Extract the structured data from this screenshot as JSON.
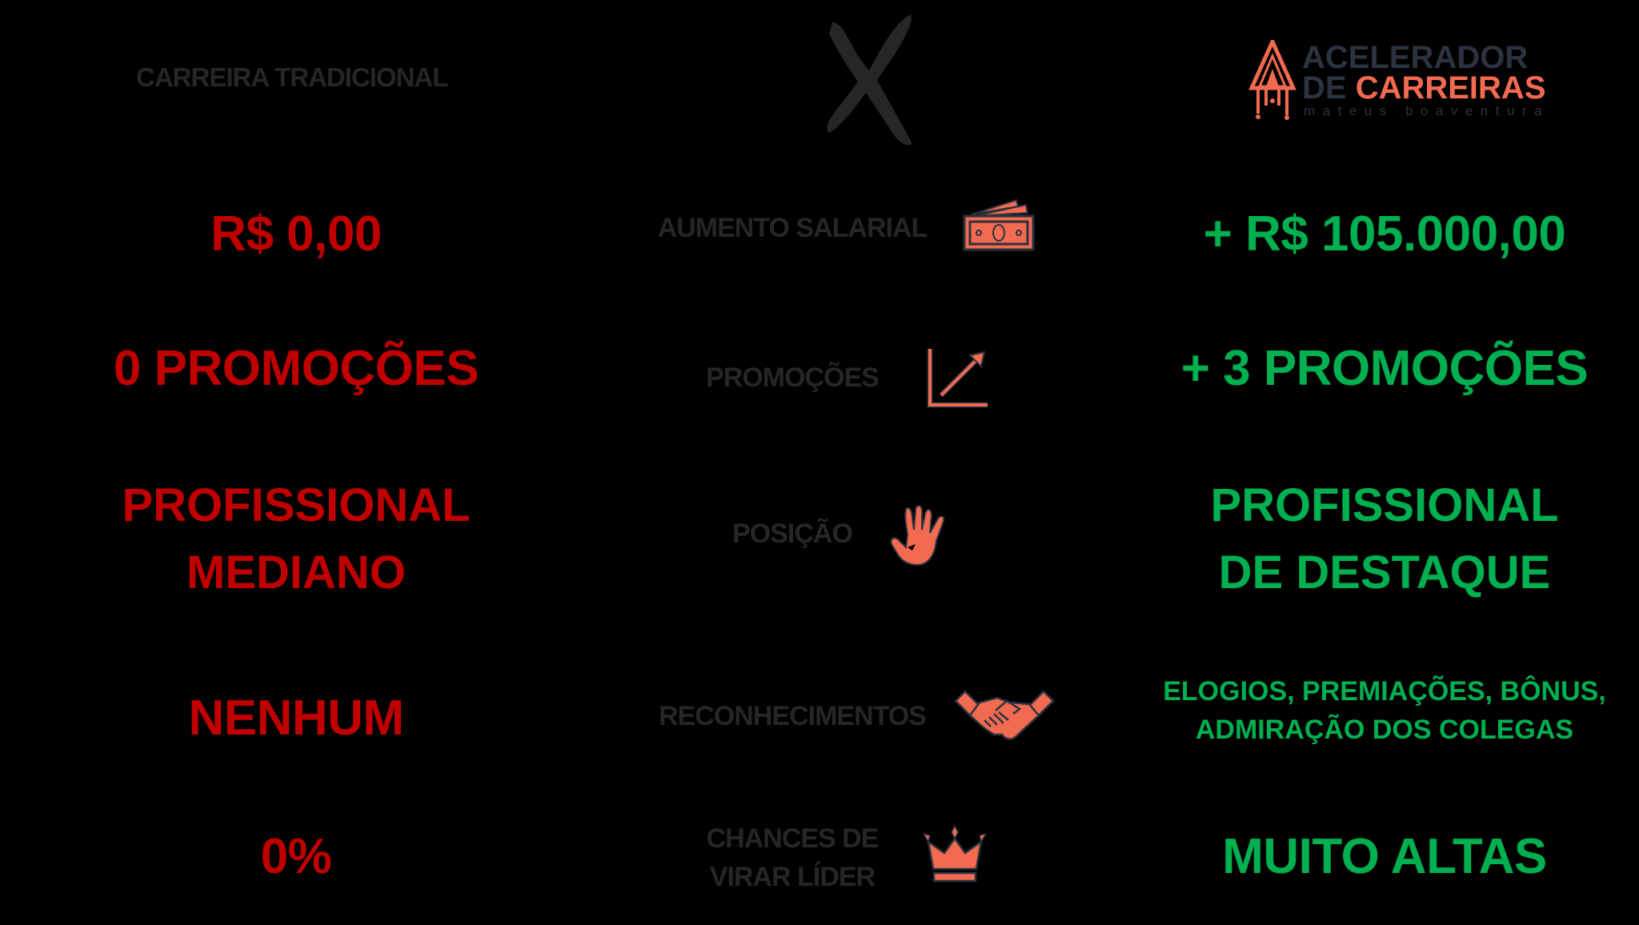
{
  "header": {
    "left_title": "CARREIRA TRADICIONAL",
    "versus_icon": "x-brush-icon",
    "logo": {
      "line1": "ACELERADOR",
      "line2_prefix": "DE",
      "line2_highlight": "CARREIRAS",
      "tagline": "mateus boaventura",
      "icon": "rocket-logo-icon"
    }
  },
  "colors": {
    "negative": "#c00000",
    "positive": "#00b050",
    "label": "#262626",
    "icon_fill": "#f26b50",
    "icon_stroke": "#2b3240",
    "logo_dark": "#2b3240",
    "background": "#000000"
  },
  "rows": [
    {
      "label": "AUMENTO SALARIAL",
      "icon": "money-bills-icon",
      "traditional": "R$ 0,00",
      "accelerator": "+ R$ 105.000,00"
    },
    {
      "label": "PROMOÇÕES",
      "icon": "growth-chart-icon",
      "traditional": "0 PROMOÇÕES",
      "accelerator": "+ 3 PROMOÇÕES"
    },
    {
      "label": "POSIÇÃO",
      "icon": "hand-print-icon",
      "traditional_lines": [
        "PROFISSIONAL",
        "MEDIANO"
      ],
      "accelerator_lines": [
        "PROFISSIONAL",
        "DE DESTAQUE"
      ]
    },
    {
      "label": "RECONHECIMENTOS",
      "icon": "handshake-icon",
      "traditional": "NENHUM",
      "accelerator_lines": [
        "ELOGIOS, PREMIAÇÕES, BÔNUS,",
        "ADMIRAÇÃO DOS COLEGAS"
      ]
    },
    {
      "label_lines": [
        "CHANCES DE",
        "VIRAR LÍDER"
      ],
      "icon": "crown-icon",
      "traditional": "0%",
      "accelerator": "MUITO ALTAS"
    }
  ]
}
